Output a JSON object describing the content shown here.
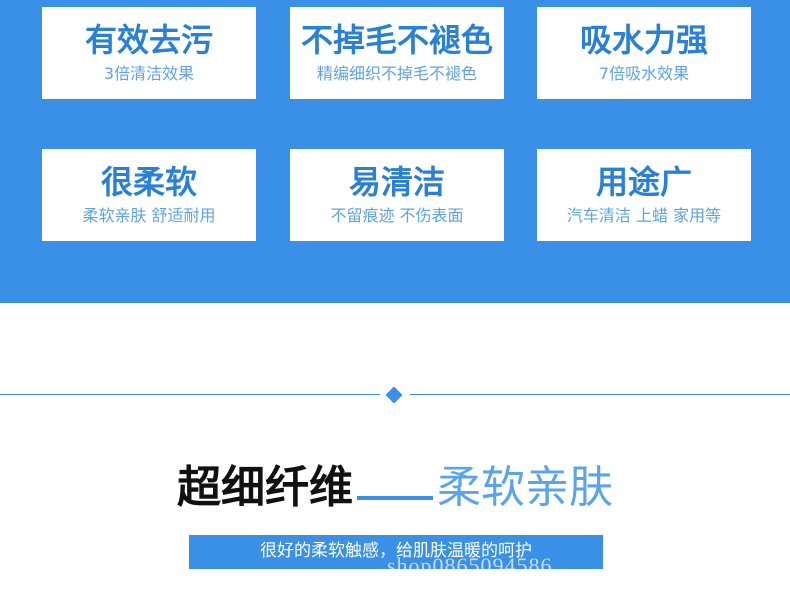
{
  "features": [
    {
      "title": "有效去污",
      "subtitle": "3倍清洁效果"
    },
    {
      "title": "不掉毛不褪色",
      "subtitle": "精编细织不掉毛不褪色"
    },
    {
      "title": "吸水力强",
      "subtitle": "7倍吸水效果"
    },
    {
      "title": "很柔软",
      "subtitle": "柔软亲肤 舒适耐用"
    },
    {
      "title": "易清洁",
      "subtitle": "不留痕迹 不伤表面"
    },
    {
      "title": "用途广",
      "subtitle": "汽车清洁 上蜡 家用等"
    }
  ],
  "headline": {
    "main": "超细纤维",
    "accent": "柔软亲肤"
  },
  "caption": "很好的柔软触感，给肌肤温暖的呵护",
  "watermark": "shop0865094586",
  "colors": {
    "brand_blue": "#3a8fe6",
    "title_blue": "#2a7fd6",
    "subtitle_blue": "#5da3ea",
    "accent_blue": "#5aa4ee"
  }
}
